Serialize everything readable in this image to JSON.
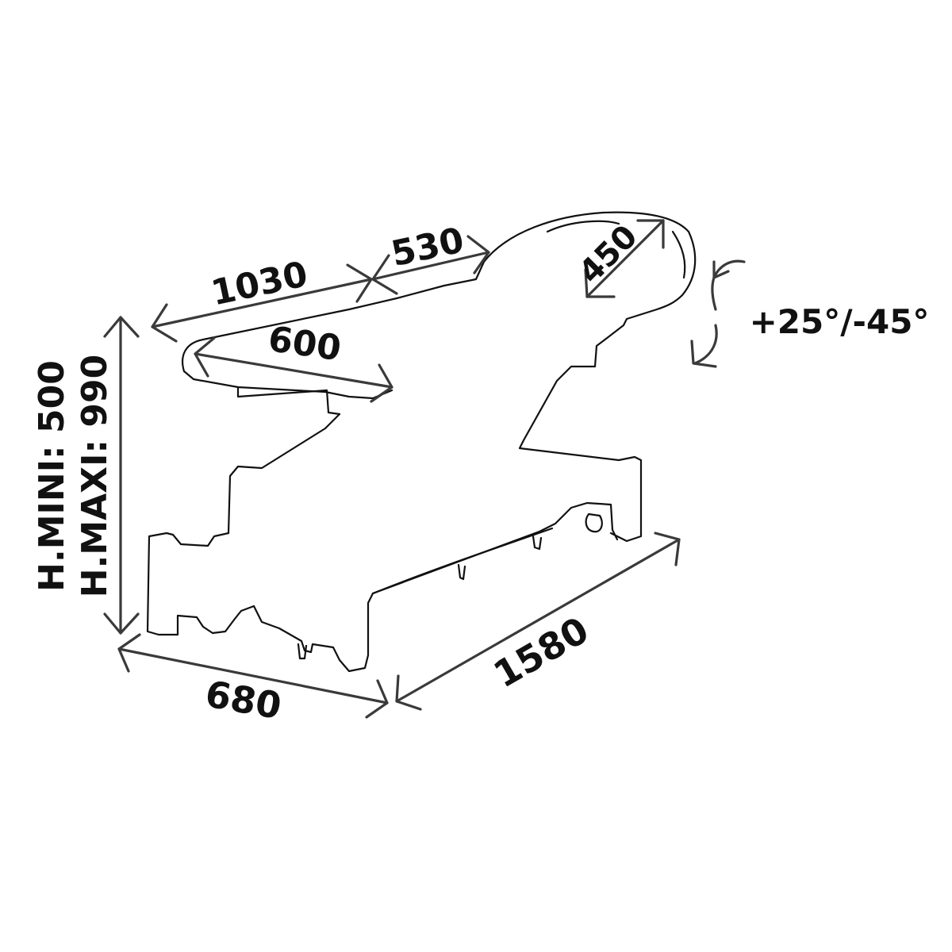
{
  "dimensions": {
    "top_length": "1030",
    "head_length": "530",
    "head_width": "450",
    "seat_width": "600",
    "base_length": "1580",
    "base_width": "680",
    "height_min": "H.MINI: 500",
    "height_max": "H.MAXI: 990",
    "head_tilt": "+25°/-45°"
  },
  "colors": {
    "outline": "#111111",
    "dimension_arrows": "#3a3a3a",
    "background": "#ffffff"
  }
}
